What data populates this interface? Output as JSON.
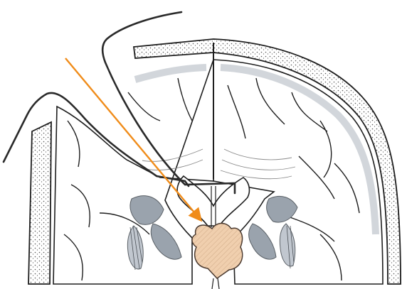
{
  "figure": {
    "description_visible_text": "",
    "colors": {
      "background": "#ffffff",
      "outline": "#1e1e1e",
      "white_matter": "#ffffff",
      "grey_matter": "#d6d9dd",
      "cortex_band": "#c9cdd2",
      "skull_fill": "#ffffff",
      "skull_dots": "#4a4a4a",
      "deep_nuclei": "#9aa3ad",
      "lesion_fill": "#f0cfae",
      "lesion_outline": "#4a3a30",
      "retractor": "#2a2a2a",
      "trajectory_arrow": "#f08c1a",
      "fibers": "#8a8a8a"
    },
    "elements": [
      "skull-right-arc",
      "skull-left-fragment",
      "brain-right-hemisphere",
      "brain-left-hemisphere",
      "interhemispheric-fissure",
      "corpus-callosum-fibers",
      "lateral-ventricle",
      "septum-pellucidum",
      "basal-ganglia-left",
      "basal-ganglia-right",
      "suprasellar-lesion",
      "brain-retractor-upper",
      "brain-retractor-lower",
      "surgical-trajectory-arrow"
    ]
  }
}
